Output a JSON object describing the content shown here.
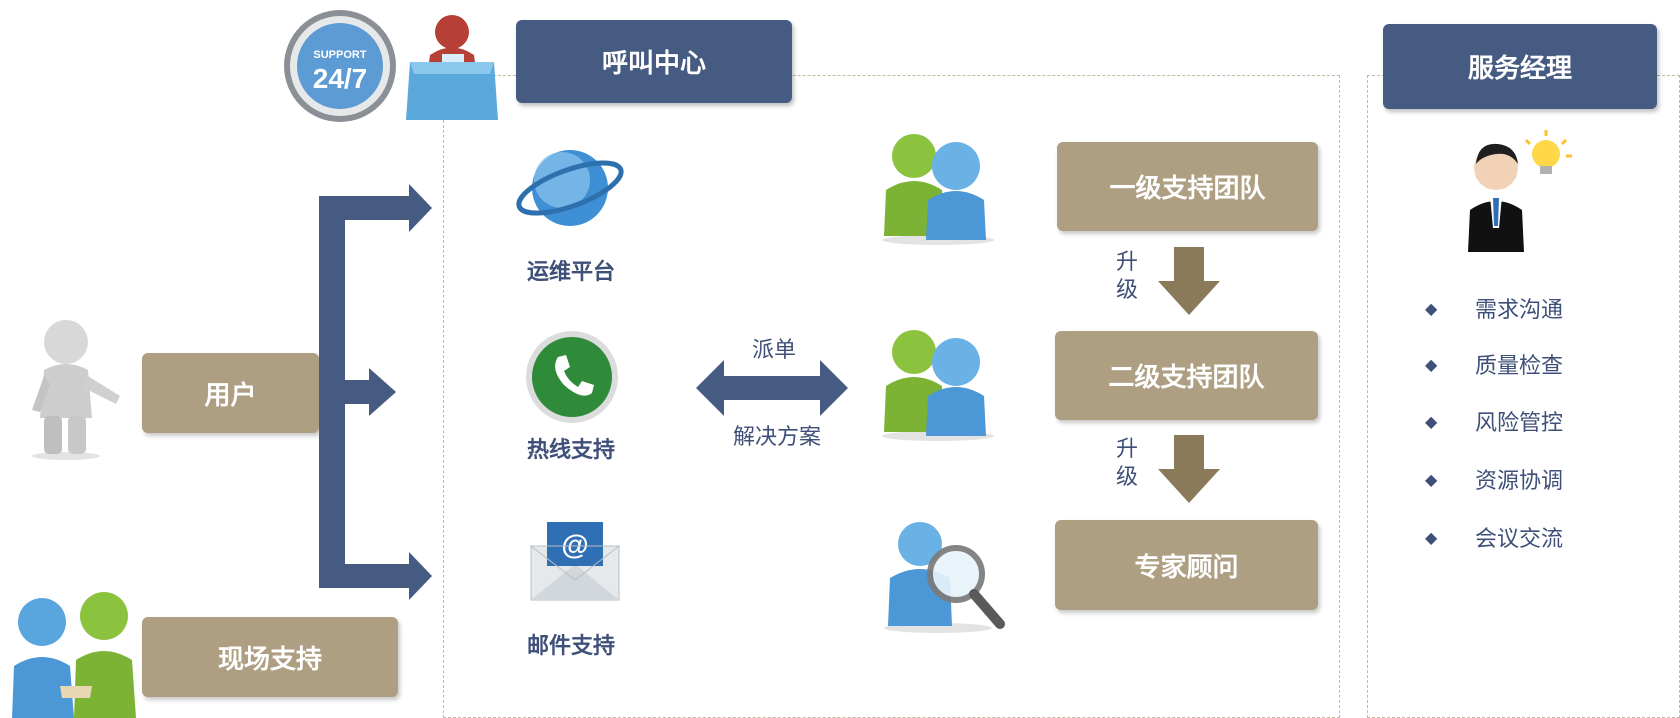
{
  "call_center": {
    "title": "呼叫中心",
    "support_badge_top": "SUPPORT",
    "support_badge_main": "24/7"
  },
  "service_manager": {
    "title": "服务经理",
    "duties": [
      "需求沟通",
      "质量检查",
      "风险管控",
      "资源协调",
      "会议交流"
    ],
    "bullet": "◆"
  },
  "user": {
    "label": "用户"
  },
  "onsite": {
    "label": "现场支持"
  },
  "channels": [
    {
      "label": "运维平台",
      "icon": "globe-icon"
    },
    {
      "label": "热线支持",
      "icon": "phone-icon"
    },
    {
      "label": "邮件支持",
      "icon": "email-icon"
    }
  ],
  "exchange": {
    "top": "派单",
    "bottom": "解决方案"
  },
  "teams": [
    {
      "label": "一级支持团队",
      "icon": "team-icon"
    },
    {
      "label": "二级支持团队",
      "icon": "team-icon"
    },
    {
      "label": "专家顾问",
      "icon": "expert-search-icon"
    }
  ],
  "escalate": {
    "char1": "升",
    "char2": "级"
  },
  "colors": {
    "navy": "#465b82",
    "tan": "#ae9f83",
    "brown_arrow": "#8a7a5a",
    "dash": "#c9b7a2"
  }
}
